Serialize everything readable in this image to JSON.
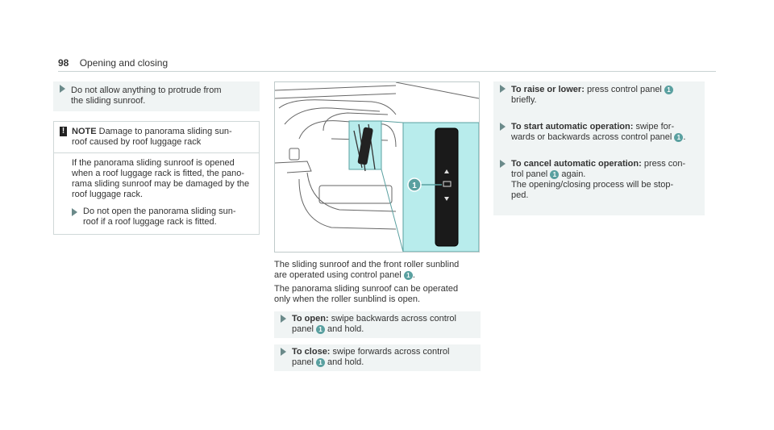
{
  "header": {
    "page_number": "98",
    "section_title": "Opening and closing"
  },
  "left": {
    "bullet1": {
      "line1": "Do not allow anything to protrude from",
      "line2": "the sliding sunroof."
    },
    "note": {
      "label": "NOTE",
      "title_line1": "Damage to panorama sliding sun-",
      "title_line2": "roof caused by roof luggage rack",
      "body_line1": "If the panorama sliding sunroof is opened",
      "body_line2": "when a roof luggage rack is fitted, the pano-",
      "body_line3": "rama sliding sunroof may be damaged by the",
      "body_line4": "roof luggage rack.",
      "step_line1": "Do not open the panorama sliding sun-",
      "step_line2": "roof if a roof luggage rack is fitted."
    }
  },
  "middle": {
    "figure_callout": "1",
    "caption_line1": "The sliding sunroof and the front roller sunblind",
    "caption_line2": "are operated using control panel",
    "caption_line3": "The panorama sliding sunroof can be operated",
    "caption_line4": "only when the roller sunblind is open.",
    "open": {
      "label": "To open:",
      "text1": "swipe backwards across control",
      "text2": "panel",
      "text3": "and hold."
    },
    "close": {
      "label": "To close:",
      "text1": "swipe forwards across control",
      "text2": "panel",
      "text3": "and hold."
    }
  },
  "right": {
    "raise": {
      "label": "To raise or lower:",
      "text1": "press control panel",
      "text2": "briefly."
    },
    "auto_start": {
      "label": "To start automatic operation:",
      "text1": "swipe for-",
      "text2": "wards or backwards across control panel"
    },
    "auto_cancel": {
      "label": "To cancel automatic operation:",
      "text1": "press con-",
      "text2": "trol panel",
      "text3": "again.",
      "text4": "The opening/closing process will be stop-",
      "text5": "ped."
    }
  },
  "badge_label": "1",
  "colors": {
    "accent": "#5aa0a0",
    "highlight": "#b8ecec",
    "step_bg": "#f0f4f4"
  }
}
